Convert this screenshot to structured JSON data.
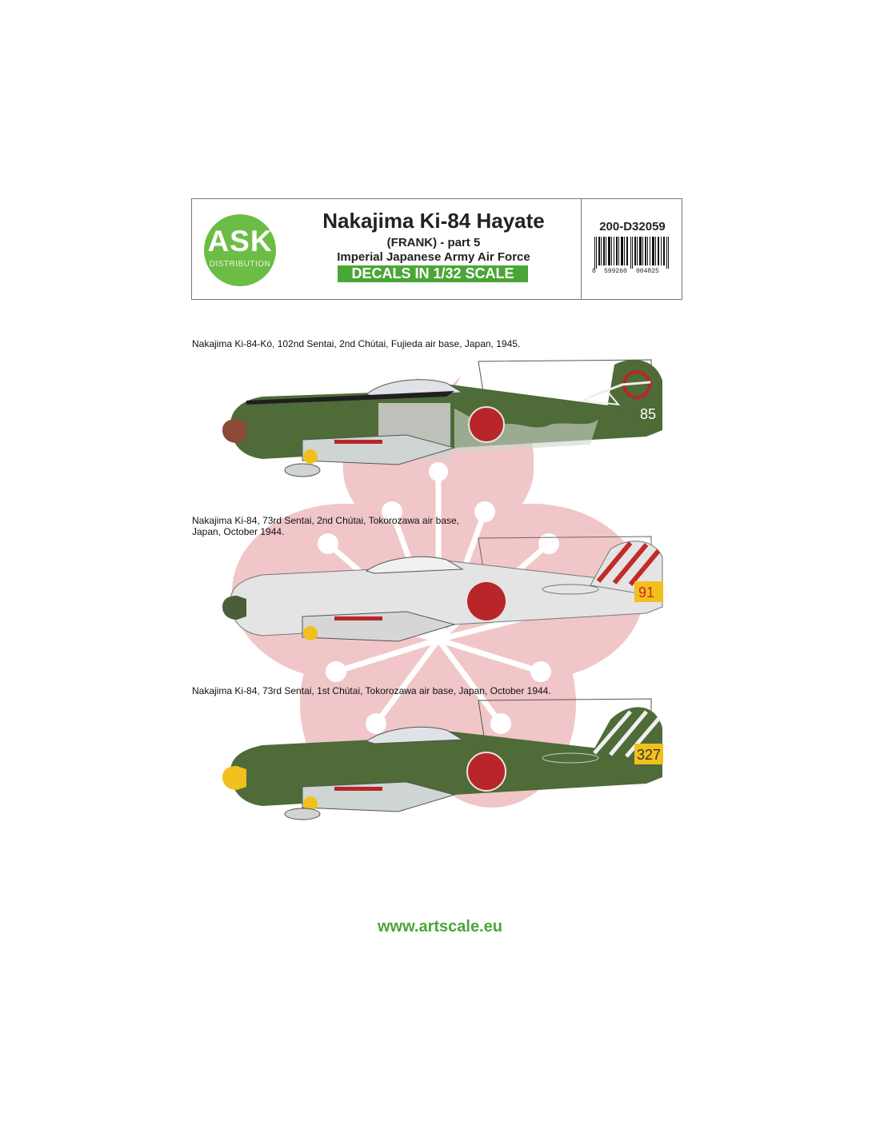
{
  "header": {
    "logo": {
      "main": "ASK",
      "sub": "DISTRIBUTION"
    },
    "title": "Nakajima Ki-84 Hayate",
    "subtitle": "(FRANK) - part 5",
    "subtitle2": "Imperial Japanese Army Air Force",
    "scale_banner": "DECALS IN 1/32 SCALE",
    "product_code": "200-D32059",
    "barcode_digits": {
      "lead": "8",
      "group1": "599260",
      "group2": "004825"
    }
  },
  "profiles": [
    {
      "caption": "Nakajima Ki-84-Kó, 102nd Sentai, 2nd Chútai, Fujieda air base, Japan, 1945.",
      "tail_number": "85"
    },
    {
      "caption_line1": "Nakajima Ki-84, 73rd Sentai, 2nd Chútai, Tokorozawa air base,",
      "caption_line2": "Japan, October 1944.",
      "tail_number": "91"
    },
    {
      "caption": "Nakajima Ki-84, 73rd Sentai, 1st Chútai, Tokorozawa air base, Japan, October 1944.",
      "tail_number": "327"
    }
  ],
  "footer": {
    "url": "www.artscale.eu"
  },
  "colors": {
    "brand_green": "#4aa637",
    "logo_green": "#6cbd45",
    "olive": "#4d6a36",
    "light_grey": "#e2e2e2",
    "hinomaru_red": "#b8262a",
    "sakura_pink": "#f0c4c6",
    "yellow": "#f2c01c"
  },
  "icons": [
    "sakura-watermark",
    "barcode"
  ]
}
